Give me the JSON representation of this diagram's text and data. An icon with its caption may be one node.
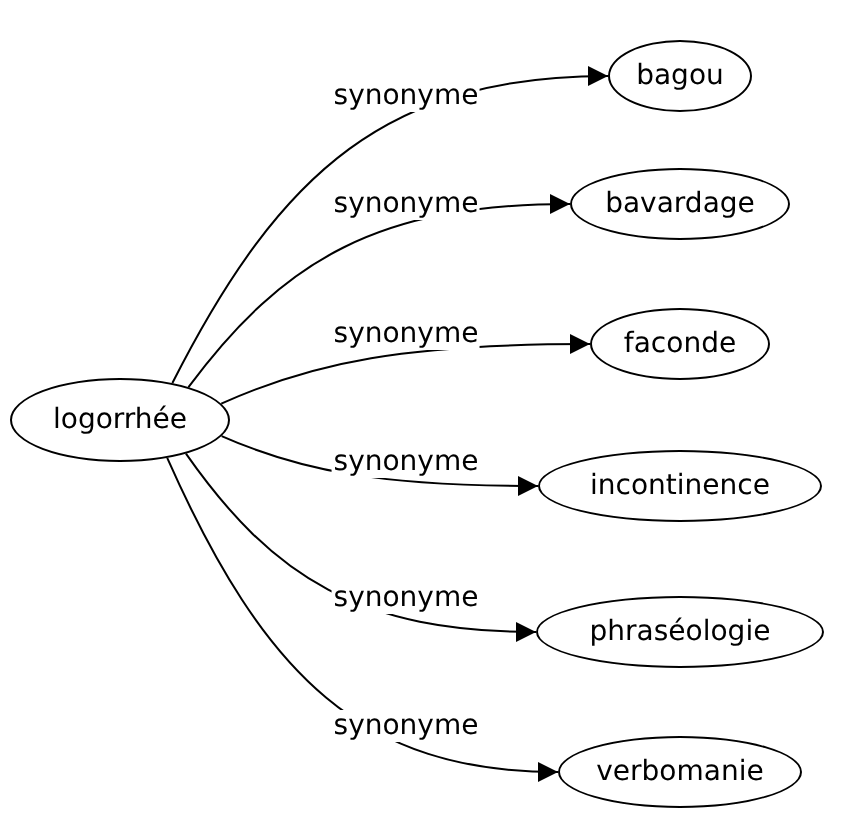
{
  "diagram": {
    "nodes": [
      {
        "text": [
          "logorrhée"
        ]
      },
      {
        "text": [
          "bagou"
        ]
      },
      {
        "text": [
          "bavardage"
        ]
      },
      {
        "text": [
          "faconde"
        ]
      },
      {
        "text": [
          "incontinence"
        ]
      },
      {
        "text": [
          "phraséologie"
        ]
      },
      {
        "text": [
          "verbomanie"
        ]
      }
    ],
    "edges": [
      {
        "from": 0,
        "to": 1,
        "arrow": "to",
        "label": "synonyme"
      },
      {
        "from": 0,
        "to": 2,
        "arrow": "to",
        "label": "synonyme"
      },
      {
        "from": 0,
        "to": 3,
        "arrow": "to",
        "label": "synonyme"
      },
      {
        "from": 0,
        "to": 4,
        "arrow": "to",
        "label": "synonyme"
      },
      {
        "from": 0,
        "to": 5,
        "arrow": "to",
        "label": "synonyme"
      },
      {
        "from": 0,
        "to": 6,
        "arrow": "to",
        "label": "synonyme"
      }
    ]
  }
}
